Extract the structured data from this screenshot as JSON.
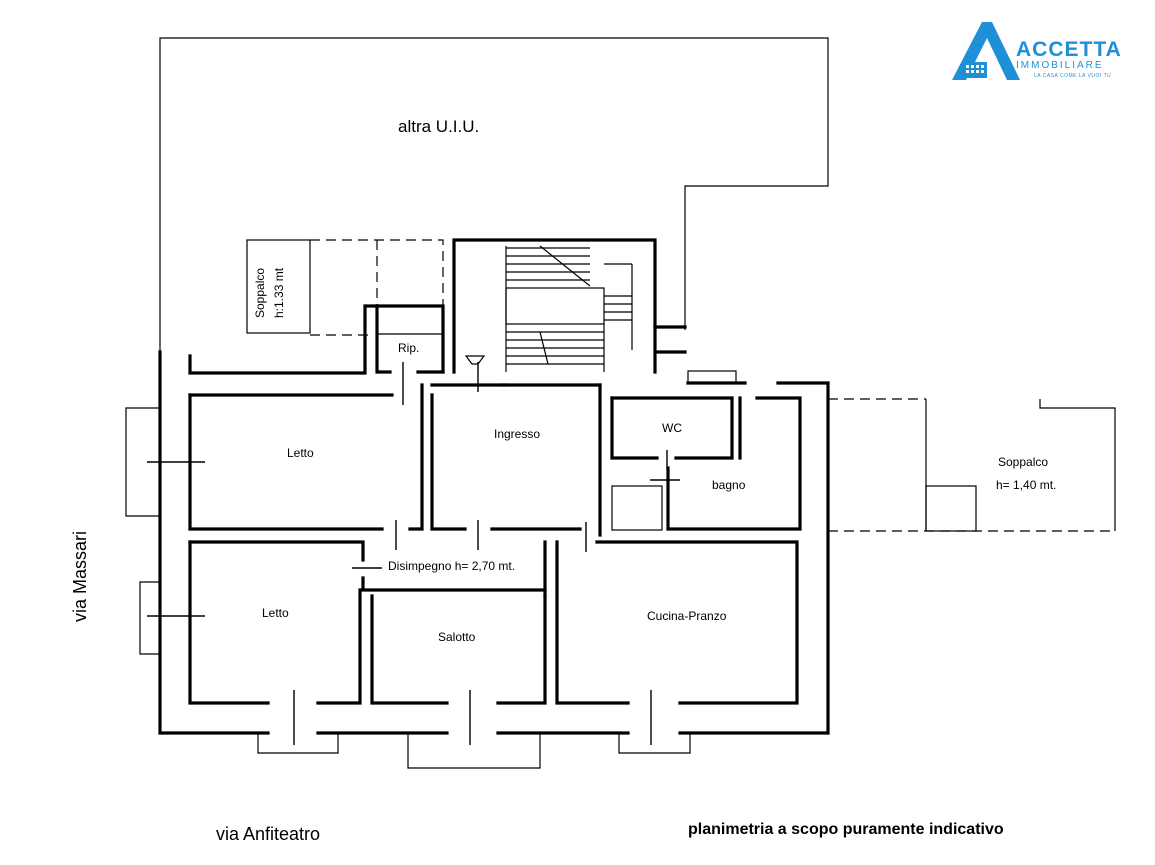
{
  "logo": {
    "name": "ACCETTA",
    "subtitle": "IMMOBILIARE",
    "tagline": "LA CASA COME LA VUOI TU",
    "color": "#1f8fd8"
  },
  "labels": {
    "other_unit": "altra U.I.U.",
    "mezzanine_left_line1": "Soppalco",
    "mezzanine_left_line2": "h:1.33 mt",
    "storage": "Rip.",
    "bedroom_top": "Letto",
    "entrance": "Ingresso",
    "wc": "WC",
    "bathroom": "bagno",
    "hallway": "Disimpegno  h= 2,70 mt.",
    "bedroom_bottom": "Letto",
    "living_room": "Salotto",
    "kitchen": "Cucina-Pranzo",
    "mezzanine_right_line1": "Soppalco",
    "mezzanine_right_line2": "h= 1,40 mt."
  },
  "streets": {
    "left": "via Massari",
    "bottom": "via Anfiteatro"
  },
  "note": "planimetria a scopo puramente indicativo"
}
